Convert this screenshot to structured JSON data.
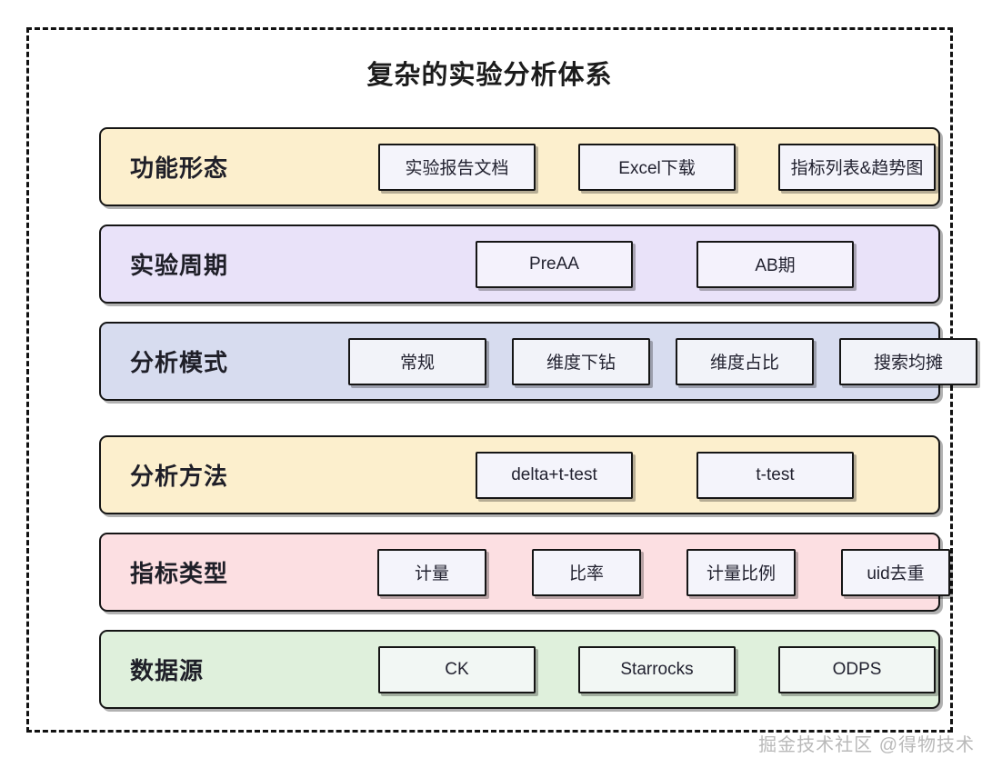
{
  "diagram": {
    "title": "复杂的实验分析体系",
    "frame_style": "dashed",
    "rows": [
      {
        "label": "功能形态",
        "bg": "#fcefcd",
        "chip_bg": "#f3f3fb",
        "items": [
          "实验报告文档",
          "Excel下载",
          "指标列表&趋势图"
        ]
      },
      {
        "label": "实验周期",
        "bg": "#e9e2f9",
        "chip_bg": "#f4f2fc",
        "items": [
          "PreAA",
          "AB期"
        ]
      },
      {
        "label": "分析模式",
        "bg": "#d7dcef",
        "chip_bg": "#f2f3f9",
        "items": [
          "常规",
          "维度下钻",
          "维度占比",
          "搜索均摊"
        ]
      },
      {
        "label": "分析方法",
        "bg": "#fcefcd",
        "chip_bg": "#f3f3fb",
        "items": [
          "delta+t-test",
          "t-test"
        ]
      },
      {
        "label": "指标类型",
        "bg": "#fcdfe2",
        "chip_bg": "#f4f4fb",
        "items": [
          "计量",
          "比率",
          "计量比例",
          "uid去重"
        ]
      },
      {
        "label": "数据源",
        "bg": "#dff0dc",
        "chip_bg": "#f2f7f4",
        "items": [
          "CK",
          "Starrocks",
          "ODPS"
        ]
      }
    ]
  },
  "watermark": {
    "text": "掘金技术社区 @得物技术"
  }
}
